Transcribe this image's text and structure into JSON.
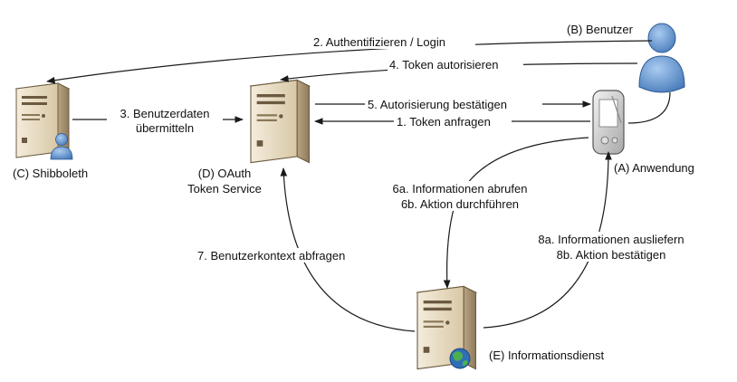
{
  "nodes": {
    "shibboleth": "(C) Shibboleth",
    "oauth_line1": "(D) OAuth",
    "oauth_line2": "Token Service",
    "benutzer": "(B) Benutzer",
    "anwendung": "(A) Anwendung",
    "informationsdienst": "(E) Informationsdienst"
  },
  "edges": {
    "e1": "1. Token anfragen",
    "e2": "2. Authentifizieren / Login",
    "e3_line1": "3. Benutzerdaten",
    "e3_line2": "übermitteln",
    "e4": "4. Token autorisieren",
    "e5": "5. Autorisierung bestätigen",
    "e6_line1": "6a. Informationen abrufen",
    "e6_line2": "6b. Aktion durchführen",
    "e7": "7. Benutzerkontext abfragen",
    "e8_line1": "8a. Informationen ausliefern",
    "e8_line2": "8b. Aktion bestätigen"
  },
  "colors": {
    "server_body": "#e8dcc4",
    "server_side": "#b9a582",
    "user_blue": "#4f86c6",
    "globe": "#2f6fb5"
  }
}
